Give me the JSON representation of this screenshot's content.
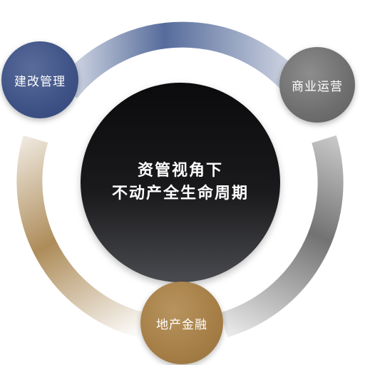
{
  "diagram": {
    "center": {
      "line1": "资管视角下",
      "line2": "不动产全生命周期"
    },
    "nodes": {
      "build": {
        "label": "建改管理",
        "color": "#3e5286"
      },
      "operations": {
        "label": "商业运营",
        "color": "#6e6e6e"
      },
      "finance": {
        "label": "地产金融",
        "color": "#a57e46"
      }
    },
    "ring_colors": {
      "top": "#4d6496",
      "right": "#6b6b6b",
      "left": "#a98651"
    }
  }
}
